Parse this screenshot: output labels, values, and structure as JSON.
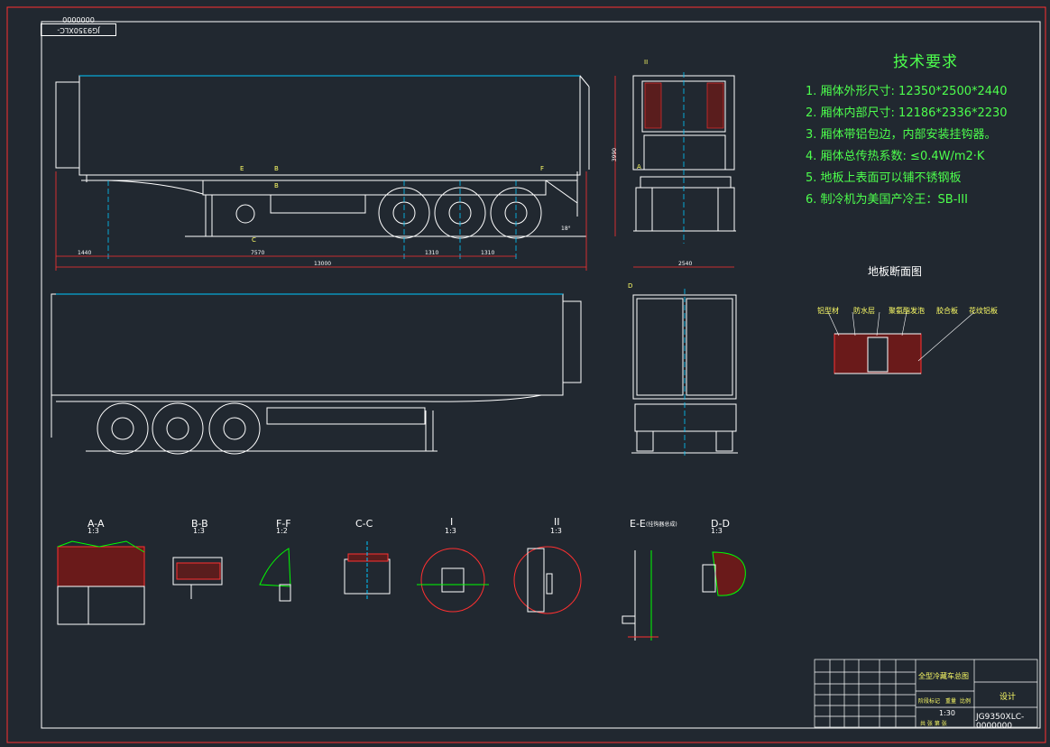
{
  "drawing": {
    "stamp_code": "JG9350XLC-0000000",
    "tech_title": "技术要求",
    "requirements": [
      "1. 厢体外形尺寸: 12350*2500*2440",
      "2. 厢体内部尺寸: 12186*2336*2230",
      "3. 厢体带铝包边，内部安装挂钩器。",
      "4. 厢体总传热系数: ≤0.4W/m2·K",
      "5. 地板上表面可以铺不锈钢板",
      "6. 制冷机为美国产冷王：SB-III"
    ],
    "floor_section_title": "地板断面图",
    "floor_labels": [
      "铝型材",
      "防水层",
      "聚氨酯发泡",
      "胶合板",
      "花纹铝板"
    ],
    "dimensions": {
      "side_length_total": "13000",
      "side_front": "1440",
      "side_mid": "7570",
      "axle_1": "1310",
      "axle_2": "1310",
      "height": "3990",
      "rear_width": "2540",
      "angle": "18°"
    },
    "section_labels": [
      {
        "name": "A-A",
        "scale": "1:3"
      },
      {
        "name": "B-B",
        "scale": "1:3"
      },
      {
        "name": "F-F",
        "scale": "1:2"
      },
      {
        "name": "C-C",
        "scale": ""
      },
      {
        "name": "I",
        "scale": "1:3"
      },
      {
        "name": "II",
        "scale": "1:3"
      },
      {
        "name": "E-E",
        "scale": "(挂钩器总成)"
      },
      {
        "name": "D-D",
        "scale": "1:3"
      }
    ],
    "markers": [
      "E",
      "B",
      "C",
      "B",
      "F",
      "A",
      "D",
      "II"
    ],
    "title_block": {
      "drawing_name": "全型冷藏车总图",
      "code": "JG9350XLC-0000000",
      "scale": "1:30",
      "stage_label": "阶段标记",
      "weight_label": "重量",
      "scale_label": "比例",
      "sheet_label": "共 张 第 张",
      "company": "设计"
    }
  }
}
